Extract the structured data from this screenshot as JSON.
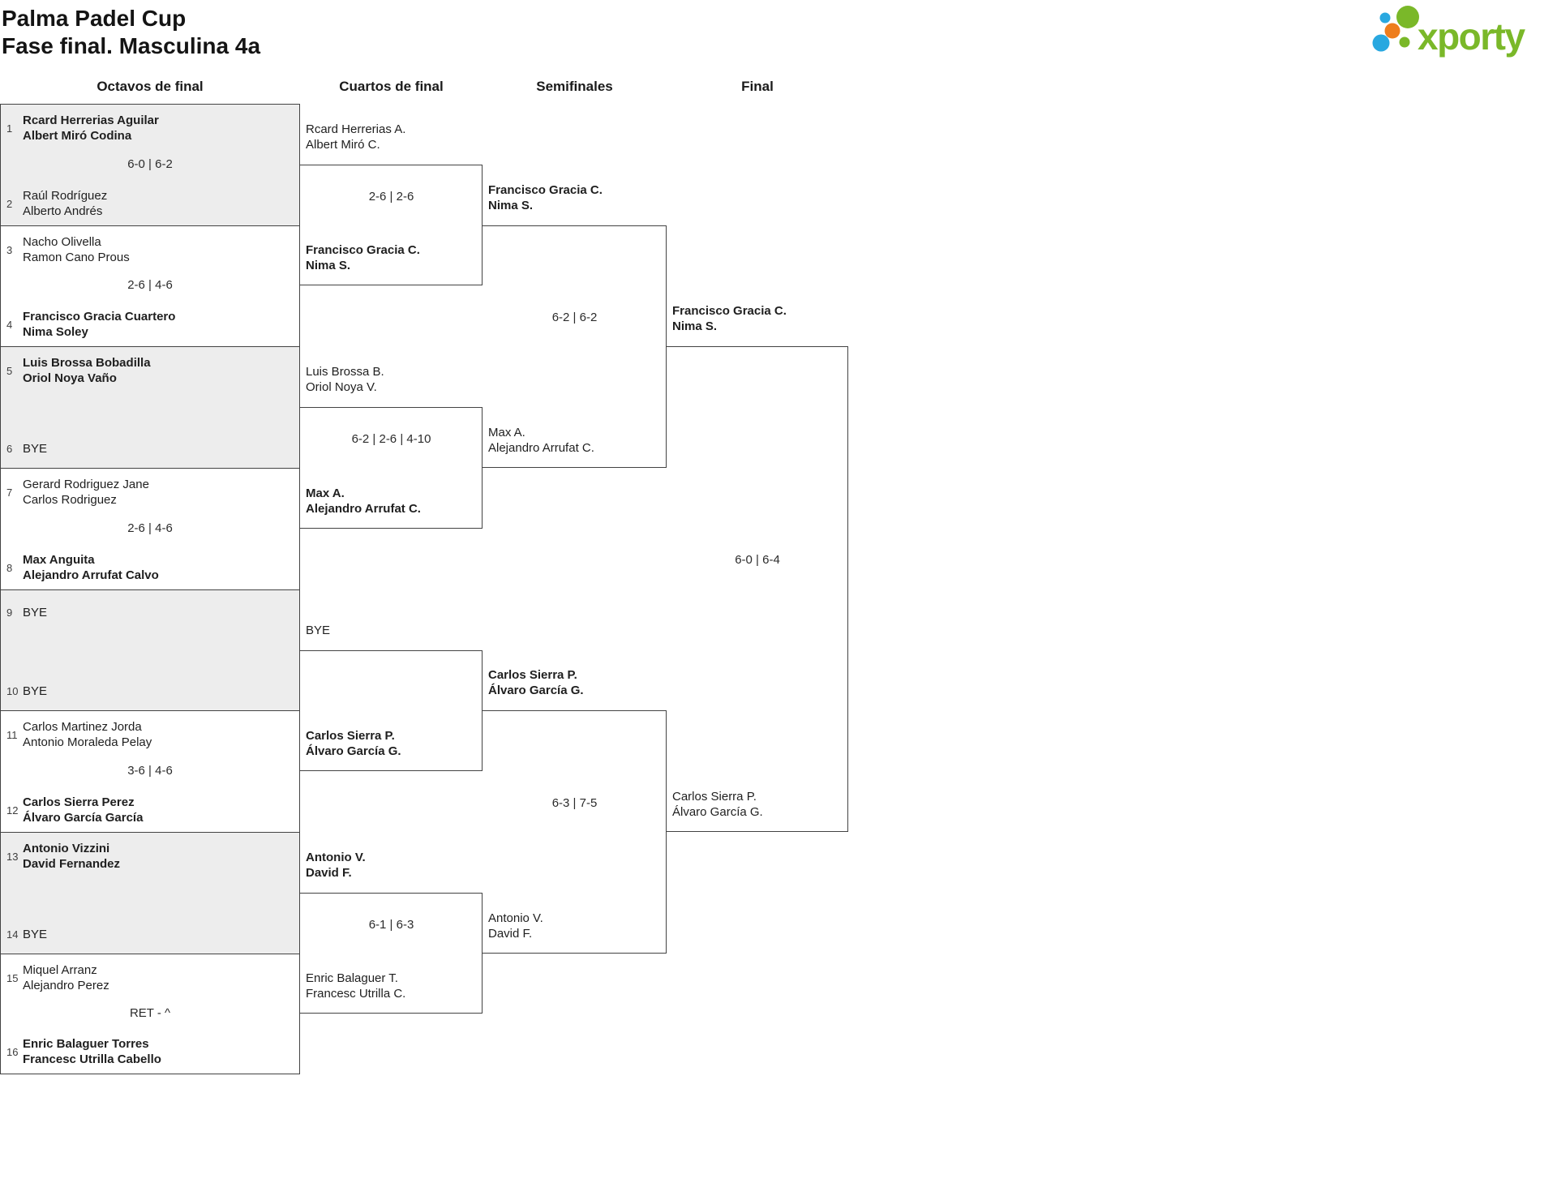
{
  "title": {
    "line1": "Palma Padel Cup",
    "line2": "Fase final. Masculina 4a"
  },
  "logo": {
    "text": "xporty",
    "colors": {
      "green": "#7AB829",
      "blue": "#29A8E0",
      "orange": "#EE7D1D"
    }
  },
  "round_headers": [
    "Octavos de final",
    "Cuartos de final",
    "Semifinales",
    "Final"
  ],
  "bracket": {
    "octavos": [
      {
        "seed1": "1",
        "team1": {
          "line1": "Rcard Herrerias Aguilar",
          "line2": "Albert Miró Codina",
          "winner": true
        },
        "score": "6-0 | 6-2",
        "seed2": "2",
        "team2": {
          "line1": "Raúl Rodríguez",
          "line2": "Alberto Andrés",
          "winner": false
        }
      },
      {
        "seed1": "3",
        "team1": {
          "line1": "Nacho Olivella",
          "line2": "Ramon Cano Prous",
          "winner": false
        },
        "score": "2-6 | 4-6",
        "seed2": "4",
        "team2": {
          "line1": "Francisco Gracia Cuartero",
          "line2": "Nima Soley",
          "winner": true
        }
      },
      {
        "seed1": "5",
        "team1": {
          "line1": "Luis Brossa Bobadilla",
          "line2": "Oriol Noya Vaño",
          "winner": true
        },
        "score": "",
        "seed2": "6",
        "team2": {
          "line1": "BYE",
          "winner": false
        }
      },
      {
        "seed1": "7",
        "team1": {
          "line1": "Gerard Rodriguez Jane",
          "line2": "Carlos Rodriguez",
          "winner": false
        },
        "score": "2-6 | 4-6",
        "seed2": "8",
        "team2": {
          "line1": "Max Anguita",
          "line2": "Alejandro Arrufat Calvo",
          "winner": true
        }
      },
      {
        "seed1": "9",
        "team1": {
          "line1": "BYE",
          "winner": false
        },
        "score": "",
        "seed2": "10",
        "team2": {
          "line1": "BYE",
          "winner": false
        }
      },
      {
        "seed1": "11",
        "team1": {
          "line1": "Carlos Martinez Jorda",
          "line2": "Antonio Moraleda Pelay",
          "winner": false
        },
        "score": "3-6 | 4-6",
        "seed2": "12",
        "team2": {
          "line1": "Carlos Sierra Perez",
          "line2": "Álvaro García García",
          "winner": true
        }
      },
      {
        "seed1": "13",
        "team1": {
          "line1": "Antonio Vizzini",
          "line2": "David Fernandez",
          "winner": true
        },
        "score": "",
        "seed2": "14",
        "team2": {
          "line1": "BYE",
          "winner": false
        }
      },
      {
        "seed1": "15",
        "team1": {
          "line1": "Miquel Arranz",
          "line2": "Alejandro Perez",
          "winner": false
        },
        "score": "RET - ^",
        "seed2": "16",
        "team2": {
          "line1": "Enric Balaguer Torres",
          "line2": "Francesc Utrilla Cabello",
          "winner": true
        }
      }
    ],
    "cuartos": [
      {
        "top": {
          "line1": "Rcard Herrerias A.",
          "line2": "Albert Miró C.",
          "winner": false
        },
        "score": "2-6 | 2-6",
        "bottom": {
          "line1": "Francisco Gracia C.",
          "line2": "Nima S.",
          "winner": true
        }
      },
      {
        "top": {
          "line1": "Luis Brossa B.",
          "line2": "Oriol Noya V.",
          "winner": false
        },
        "score": "6-2 | 2-6 | 4-10",
        "bottom": {
          "line1": "Max A.",
          "line2": "Alejandro Arrufat C.",
          "winner": true
        }
      },
      {
        "top": {
          "line1": "BYE",
          "winner": false
        },
        "score": "",
        "bottom": {
          "line1": "Carlos Sierra P.",
          "line2": "Álvaro García G.",
          "winner": true
        }
      },
      {
        "top": {
          "line1": "Antonio V.",
          "line2": "David F.",
          "winner": true
        },
        "score": "6-1 | 6-3",
        "bottom": {
          "line1": "Enric Balaguer T.",
          "line2": "Francesc Utrilla C.",
          "winner": false
        }
      }
    ],
    "semifinales": [
      {
        "top": {
          "line1": "Francisco Gracia C.",
          "line2": "Nima S.",
          "winner": true
        },
        "score": "6-2 | 6-2",
        "bottom": {
          "line1": "Max A.",
          "line2": "Alejandro Arrufat C.",
          "winner": false
        }
      },
      {
        "top": {
          "line1": "Carlos Sierra P.",
          "line2": "Álvaro García G.",
          "winner": true
        },
        "score": "6-3 | 7-5",
        "bottom": {
          "line1": "Antonio V.",
          "line2": "David F.",
          "winner": false
        }
      }
    ],
    "final": [
      {
        "top": {
          "line1": "Francisco Gracia C.",
          "line2": "Nima S.",
          "winner": true
        },
        "score": "6-0 | 6-4",
        "bottom": {
          "line1": "Carlos Sierra P.",
          "line2": "Álvaro García G.",
          "winner": false
        }
      }
    ]
  }
}
